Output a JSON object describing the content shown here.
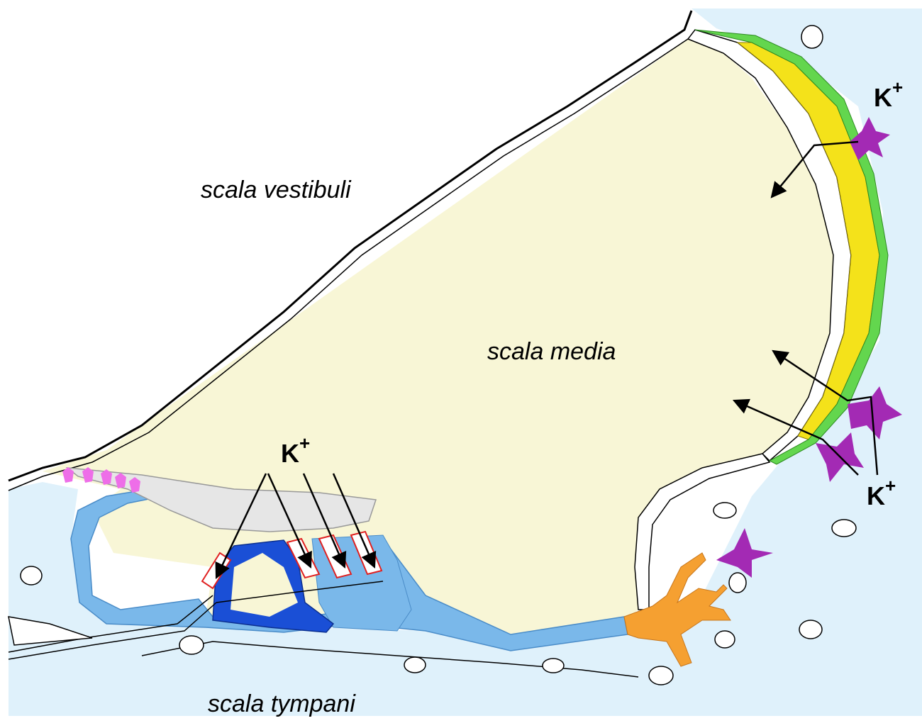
{
  "labels": {
    "scala_vestibuli": "scala vestibuli",
    "scala_media": "scala media",
    "scala_tympani": "scala tympani",
    "ion": "K",
    "ion_charge": "+"
  },
  "colors": {
    "endolymph": "#f8f6d6",
    "perilymph": "#dff1fb",
    "epithelium_blue": "#7ab8ea",
    "pillar_dark_blue": "#1a4fd6",
    "stria_yellow": "#f4e21a",
    "basal_green": "#63d64e",
    "fibrocyte_purple": "#a32ab4",
    "root_orange": "#f5a031",
    "tectorial_gray": "#e6e6e6",
    "interdental_pink": "#ee6ee8",
    "hair_bundle_red": "#e02020"
  }
}
